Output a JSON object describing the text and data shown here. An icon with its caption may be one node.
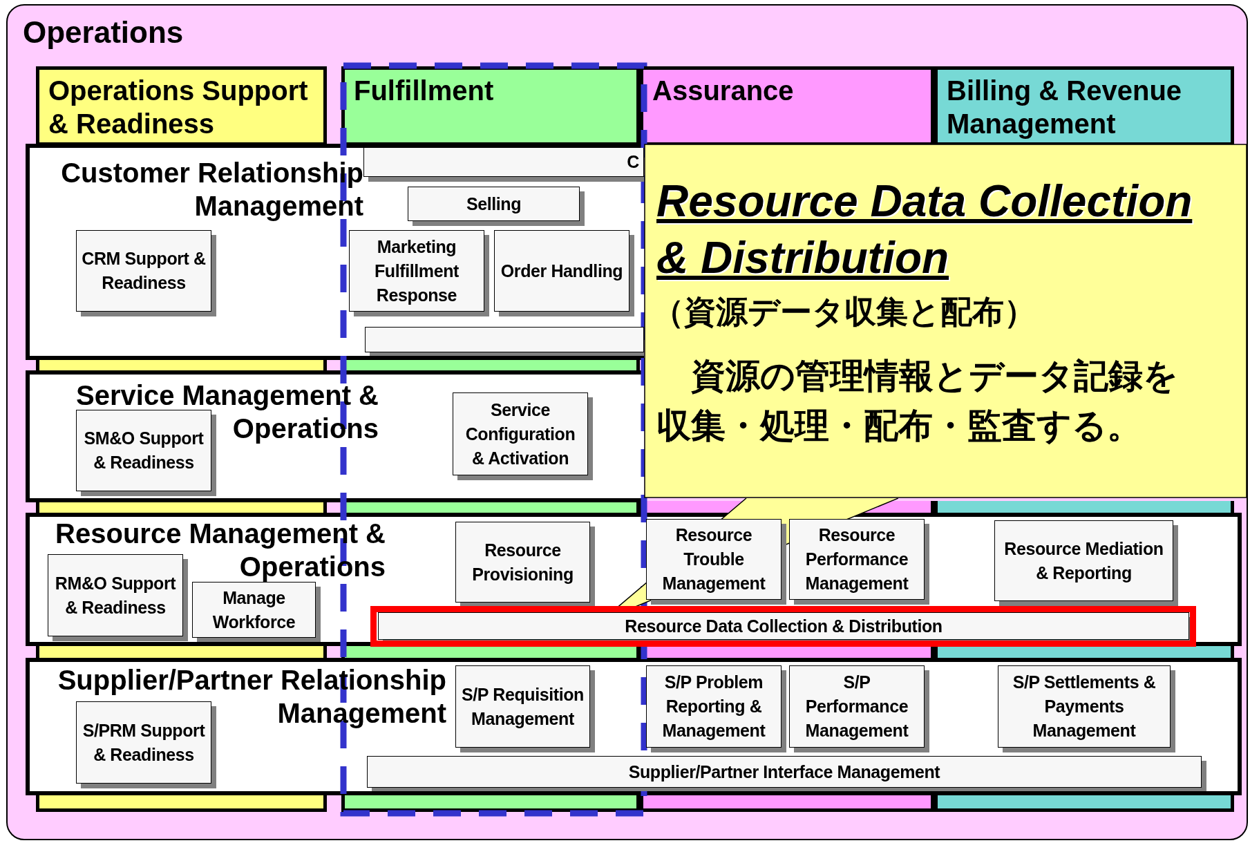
{
  "diagram": {
    "nodes": [
      {
        "text": [
          "Operations"
        ]
      },
      {
        "text": [
          "Operations Support & Readiness"
        ],
        "in": 0
      },
      {
        "text": [
          "Fulfillment"
        ],
        "in": 0
      },
      {
        "text": [
          "Assurance"
        ],
        "in": 0
      },
      {
        "text": [
          "Billing & Revenue Management"
        ],
        "in": 0
      },
      {
        "text": [
          "Customer Relationship Management"
        ],
        "in": 0
      },
      {
        "text": [
          "C"
        ],
        "in": 5
      },
      {
        "text": [
          "Selling"
        ],
        "in": 5
      },
      {
        "text": [
          "CRM Support & Readiness"
        ],
        "in": 5
      },
      {
        "text": [
          "Marketing Fulfillment Response"
        ],
        "in": 5
      },
      {
        "text": [
          "Order Handling"
        ],
        "in": 5
      },
      {
        "text": [],
        "shape": "box",
        "in": 5
      },
      {
        "text": [
          "Service Management & Operations"
        ],
        "in": 0
      },
      {
        "text": [
          "SM&O Support & Readiness"
        ],
        "in": 12
      },
      {
        "text": [
          "Service Configuration & Activation"
        ],
        "in": 12
      },
      {
        "text": [
          "Resource Management & Operations"
        ],
        "in": 0
      },
      {
        "text": [
          "RM&O Support & Readiness"
        ],
        "in": 15
      },
      {
        "text": [
          "Manage Workforce"
        ],
        "in": 15
      },
      {
        "text": [
          "Resource Provisioning"
        ],
        "in": 15
      },
      {
        "text": [
          "Resource Trouble Management"
        ],
        "in": 15
      },
      {
        "text": [
          "Resource Performance Management"
        ],
        "in": 15
      },
      {
        "text": [
          "Resource Mediation & Reporting"
        ],
        "in": 15
      },
      {
        "text": [
          "Resource Data Collection & Distribution"
        ],
        "in": 15
      },
      {
        "text": [
          "Supplier/Partner Relationship Management"
        ],
        "in": 0
      },
      {
        "text": [
          "S/PRM Support & Readiness"
        ],
        "in": 23
      },
      {
        "text": [
          "S/P Requisition Management"
        ],
        "in": 23
      },
      {
        "text": [
          "S/P Problem Reporting & Management"
        ],
        "in": 23
      },
      {
        "text": [
          "S/P Performance Management"
        ],
        "in": 23
      },
      {
        "text": [
          "S/P Settlements & Payments Management"
        ],
        "in": 23
      },
      {
        "text": [
          "Supplier/Partner Interface Management"
        ],
        "in": 23
      },
      {
        "text": [
          "Resource Data Collection & Distribution",
          "（資源データ収集と配布）",
          "資源の管理情報とデータ記録を収集・処理・配布・監査する。"
        ],
        "in": 0
      }
    ]
  }
}
